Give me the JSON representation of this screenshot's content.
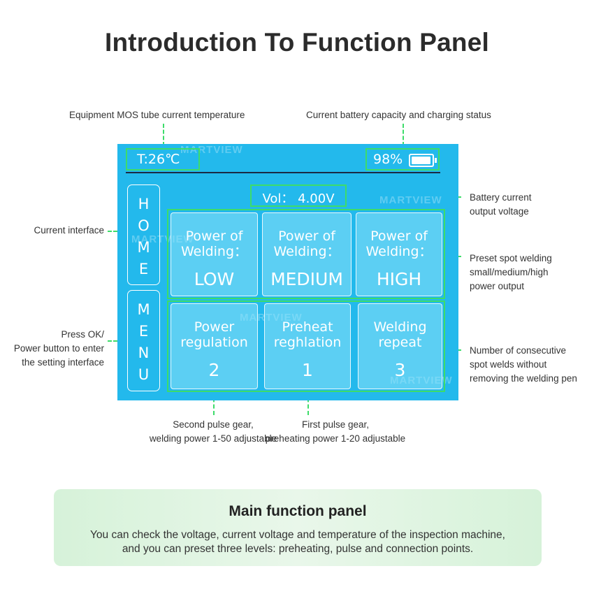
{
  "title": "Introduction To Function Panel",
  "annotations": {
    "mos_temp": "Equipment MOS tube current temperature",
    "battery_capacity": "Current battery capacity and charging status",
    "battery_voltage_line1": "Battery current",
    "battery_voltage_line2": "output voltage",
    "current_interface": "Current interface",
    "preset_line1": "Preset spot welding",
    "preset_line2": "small/medium/high",
    "preset_line3": "power output",
    "press_ok_line1": "Press OK/",
    "press_ok_line2": "Power button to enter",
    "press_ok_line3": "the setting interface",
    "consecutive_line1": "Number of consecutive",
    "consecutive_line2": "spot welds without",
    "consecutive_line3": "removing the welding pen",
    "second_pulse_line1": "Second pulse gear,",
    "second_pulse_line2": "welding power 1-50 adjustable",
    "first_pulse_line1": "First pulse gear,",
    "first_pulse_line2": "preheating power 1-20 adjustable"
  },
  "screen": {
    "temperature": "T:26℃",
    "battery_percent": "98%",
    "voltage": "Vol： 4.00V",
    "watermark": "MARTVIEW",
    "home_letters": [
      "H",
      "O",
      "M",
      "E"
    ],
    "menu_letters": [
      "M",
      "E",
      "N",
      "U"
    ],
    "tiles": [
      {
        "line1": "Power of",
        "line2": "Welding：",
        "value": "LOW"
      },
      {
        "line1": "Power of",
        "line2": "Welding：",
        "value": "MEDIUM"
      },
      {
        "line1": "Power of",
        "line2": "Welding：",
        "value": "HIGH"
      },
      {
        "line1": "Power",
        "line2": "regulation",
        "value": "2"
      },
      {
        "line1": "Preheat",
        "line2": "reghlation",
        "value": "1"
      },
      {
        "line1": "Welding",
        "line2": "repeat",
        "value": "3"
      }
    ]
  },
  "panel": {
    "heading": "Main function panel",
    "line1": "You can check the voltage, current voltage and temperature of the inspection machine,",
    "line2": "and you can preset three levels: preheating, pulse and connection points."
  },
  "colors": {
    "screen": "#23b9ec",
    "highlight": "#3ddc6a",
    "panel": "#e3f5e4"
  }
}
